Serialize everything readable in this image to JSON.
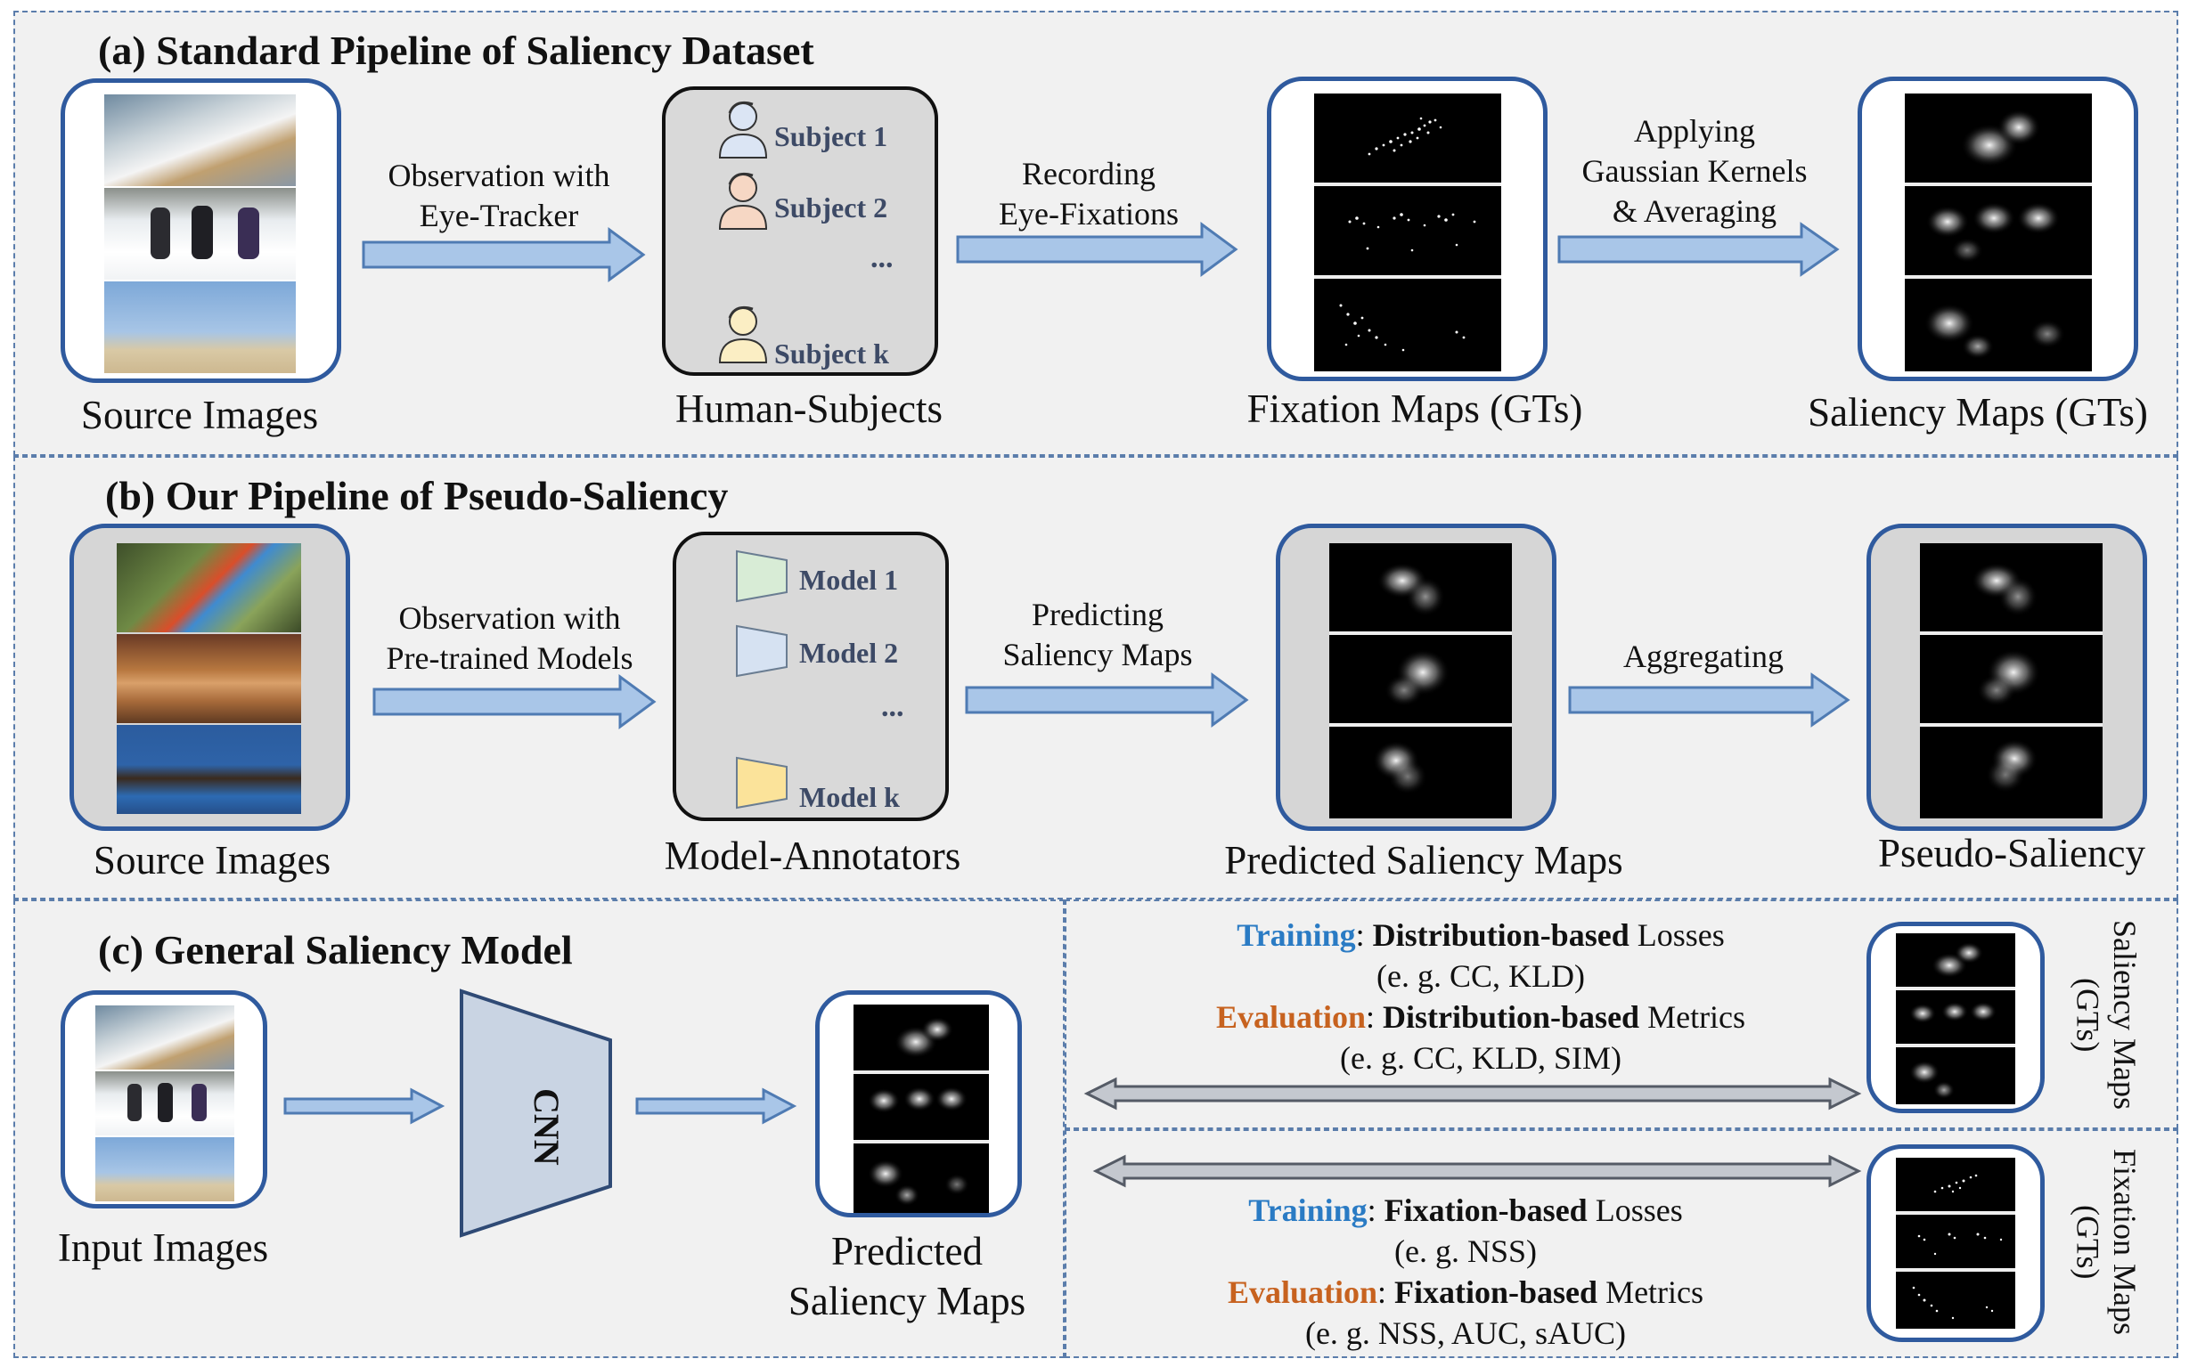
{
  "panel_a": {
    "title": "(a) Standard Pipeline of Saliency Dataset",
    "source_caption": "Source Images",
    "arrow1": [
      "Observation with",
      "Eye-Tracker"
    ],
    "annotators_caption": "Human-Subjects",
    "subjects": [
      "Subject 1",
      "Subject 2",
      "...",
      "Subject k"
    ],
    "arrow2": [
      "Recording",
      "Eye-Fixations"
    ],
    "fixation_caption": "Fixation Maps (GTs)",
    "arrow3": [
      "Applying",
      "Gaussian Kernels",
      "& Averaging"
    ],
    "saliency_caption": "Saliency Maps (GTs)"
  },
  "panel_b": {
    "title": "(b) Our Pipeline of Pseudo-Saliency",
    "source_caption": "Source Images",
    "arrow1": [
      "Observation with",
      "Pre-trained Models"
    ],
    "annotators_caption": "Model-Annotators",
    "models": [
      "Model 1",
      "Model 2",
      "...",
      "Model k"
    ],
    "arrow2": [
      "Predicting",
      "Saliency Maps"
    ],
    "predicted_caption": "Predicted Saliency Maps",
    "arrow3": [
      "Aggregating"
    ],
    "pseudo_caption": "Pseudo-Saliency"
  },
  "panel_c": {
    "title": "(c) General Saliency Model",
    "input_caption": "Input Images",
    "cnn_label": "CNN",
    "output_caption": [
      "Predicted",
      "Saliency Maps"
    ],
    "distribution": {
      "training_label": "Training",
      "training_text_bold": "Distribution-based",
      "training_text": " Losses",
      "training_examples": "(e. g. CC, KLD)",
      "evaluation_label": "Evaluation",
      "evaluation_text_bold": "Distribution-based",
      "evaluation_text": " Metrics",
      "evaluation_examples": "(e. g. CC, KLD, SIM)"
    },
    "fixation": {
      "training_label": "Training",
      "training_text_bold": "Fixation-based",
      "training_text": " Losses",
      "training_examples": "(e. g. NSS)",
      "evaluation_label": "Evaluation",
      "evaluation_text_bold": "Fixation-based",
      "evaluation_text": " Metrics",
      "evaluation_examples": "(e. g. NSS, AUC, sAUC)"
    },
    "side_saliency": [
      "Saliency Maps",
      "(GTs)"
    ],
    "side_fixation": [
      "Fixation Maps",
      "(GTs)"
    ]
  },
  "colors": {
    "panel_border": "#5b7dab",
    "frame_border": "#2f5a9e",
    "arrow_fill": "#a9c6e8",
    "arrow_stroke": "#4f7bb3",
    "training": "#2a7bc4",
    "evaluation": "#c7621f"
  }
}
